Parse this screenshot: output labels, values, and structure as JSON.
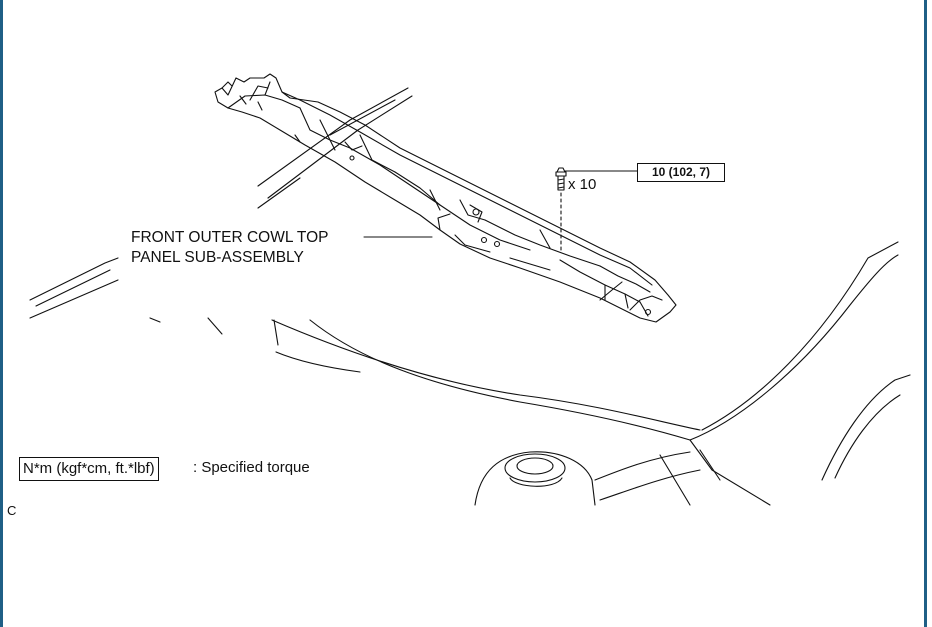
{
  "part_label_line1": "FRONT OUTER COWL TOP",
  "part_label_line2": "PANEL SUB-ASSEMBLY",
  "bolt_quantity": "x 10",
  "torque_value": "10 (102, 7)",
  "legend_unit": "N*m (kgf*cm, ft.*lbf)",
  "legend_description": ": Specified torque",
  "corner_code": "C",
  "colors": {
    "frame": "#1f5f86",
    "line": "#111111"
  }
}
